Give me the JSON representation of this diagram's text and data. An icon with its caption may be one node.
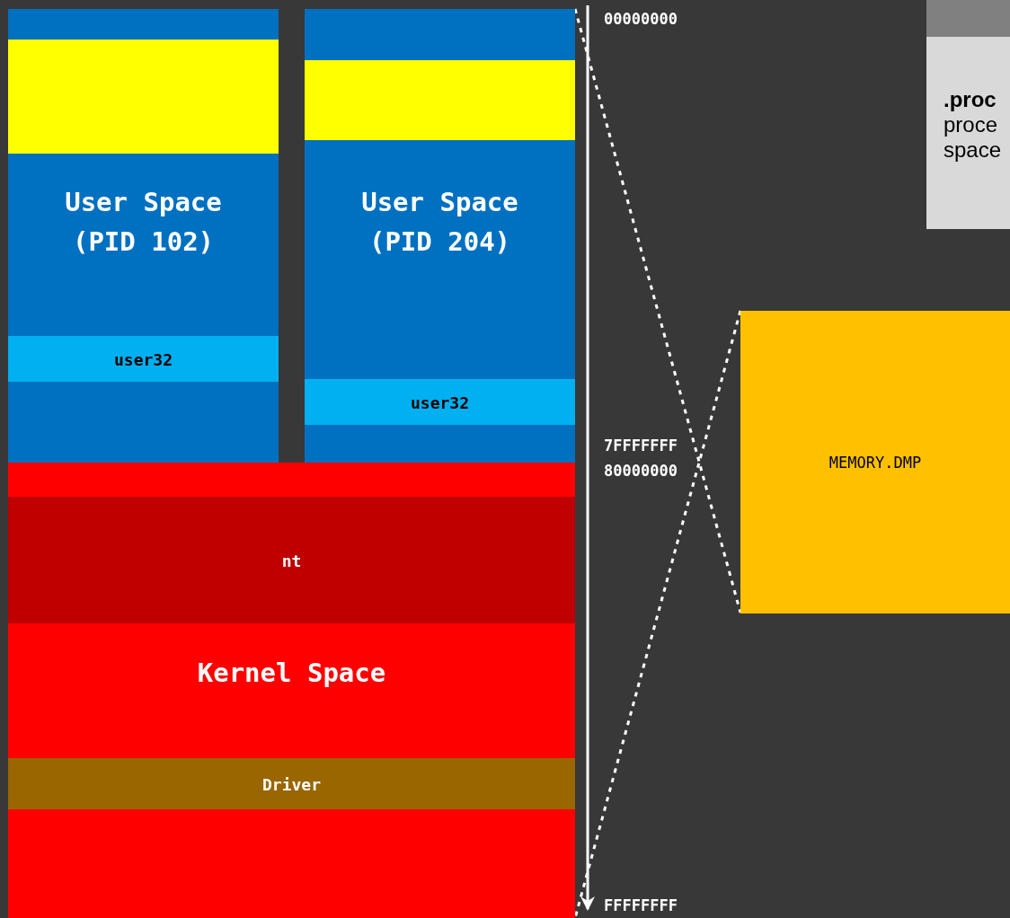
{
  "diagram": {
    "nodes": [
      {
        "text": [
          "User Space (PID 102)"
        ]
      },
      {
        "text": [],
        "shape": "box",
        "in": 0
      },
      {
        "text": [
          "user32"
        ],
        "in": 0
      },
      {
        "text": [
          "User Space (PID 204)"
        ]
      },
      {
        "text": [],
        "shape": "box",
        "in": 3
      },
      {
        "text": [
          "user32"
        ],
        "in": 3
      },
      {
        "text": [
          "Kernel Space"
        ]
      },
      {
        "text": [
          "nt"
        ],
        "in": 6
      },
      {
        "text": [
          "Driver"
        ],
        "in": 6
      },
      {
        "text": [
          "MEMORY.DMP"
        ]
      },
      {
        "text": [
          "**.proc** proce space"
        ]
      }
    ],
    "edges": [
      {
        "from": 3,
        "to": 9,
        "arrow": "none",
        "style": "dashed"
      },
      {
        "from": 9,
        "to": 6,
        "arrow": "none",
        "style": "dashed"
      }
    ],
    "labels": [
      "00000000",
      "7FFFFFFF",
      "80000000",
      "FFFFFFFF"
    ]
  }
}
